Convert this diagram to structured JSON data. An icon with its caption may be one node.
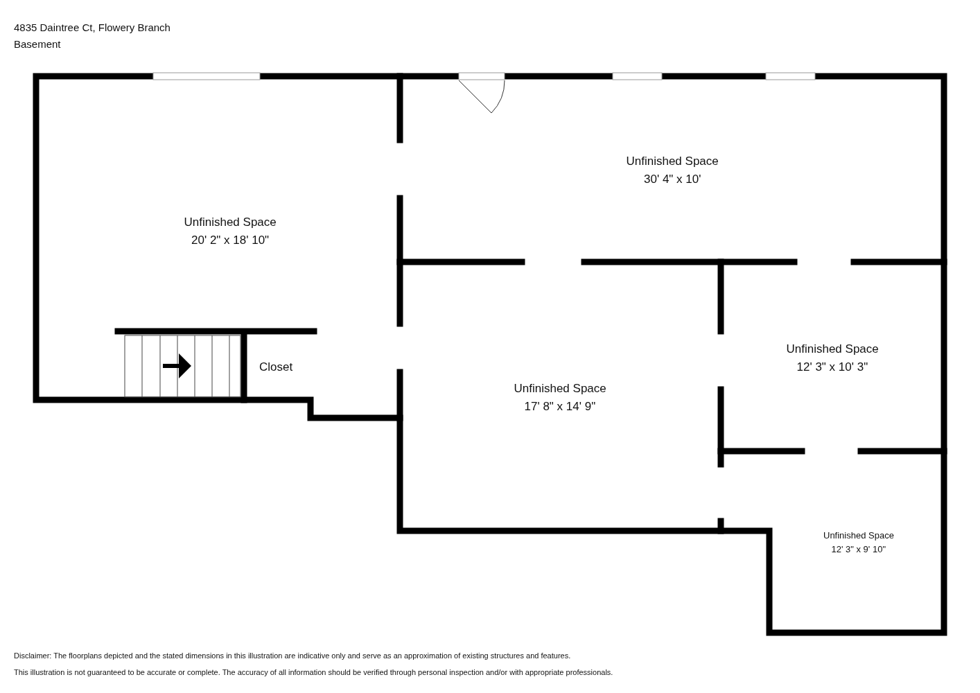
{
  "diagram": {
    "labels": [
      "4835 Daintree Ct, Flowery Branch",
      "Basement",
      "Unfinished Space",
      "30' 4\" x 10'",
      "Unfinished Space",
      "20' 2\" x 18' 10\"",
      "Unfinished Space",
      "12' 3\" x 10' 3\"",
      "Closet",
      "Unfinished Space",
      "17' 8\" x 14' 9\"",
      "Unfinished Space",
      "12' 3\" x 9' 10\"",
      "Disclaimer: The floorplans depicted and the stated dimensions in this illustration are indicative only and serve as an approximation of existing structures and features.",
      "This illustration is not guaranteed to be accurate or complete. The accuracy of all information should be verified through personal inspection and/or with appropriate professionals."
    ]
  }
}
